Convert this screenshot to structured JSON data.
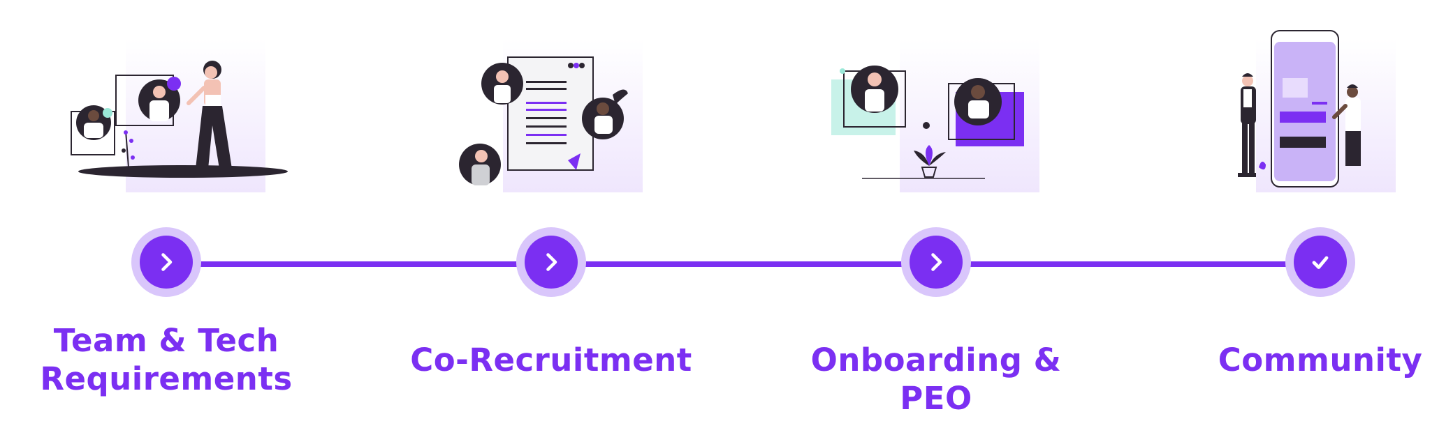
{
  "colors": {
    "accent": "#7b2ff2",
    "accent_light": "#d9c6fb",
    "dark": "#2b2530",
    "panel": "#f1eafd"
  },
  "steps": [
    {
      "label": "Team & Tech\nRequirements",
      "icon": "chevron-right-icon",
      "illustration": "team-meeting-illustration"
    },
    {
      "label": "Co-Recruitment",
      "icon": "chevron-right-icon",
      "illustration": "recruitment-document-illustration"
    },
    {
      "label": "Onboarding & PEO",
      "icon": "chevron-right-icon",
      "illustration": "onboarding-profiles-illustration"
    },
    {
      "label": "Community",
      "icon": "check-icon",
      "illustration": "mobile-community-illustration"
    }
  ]
}
